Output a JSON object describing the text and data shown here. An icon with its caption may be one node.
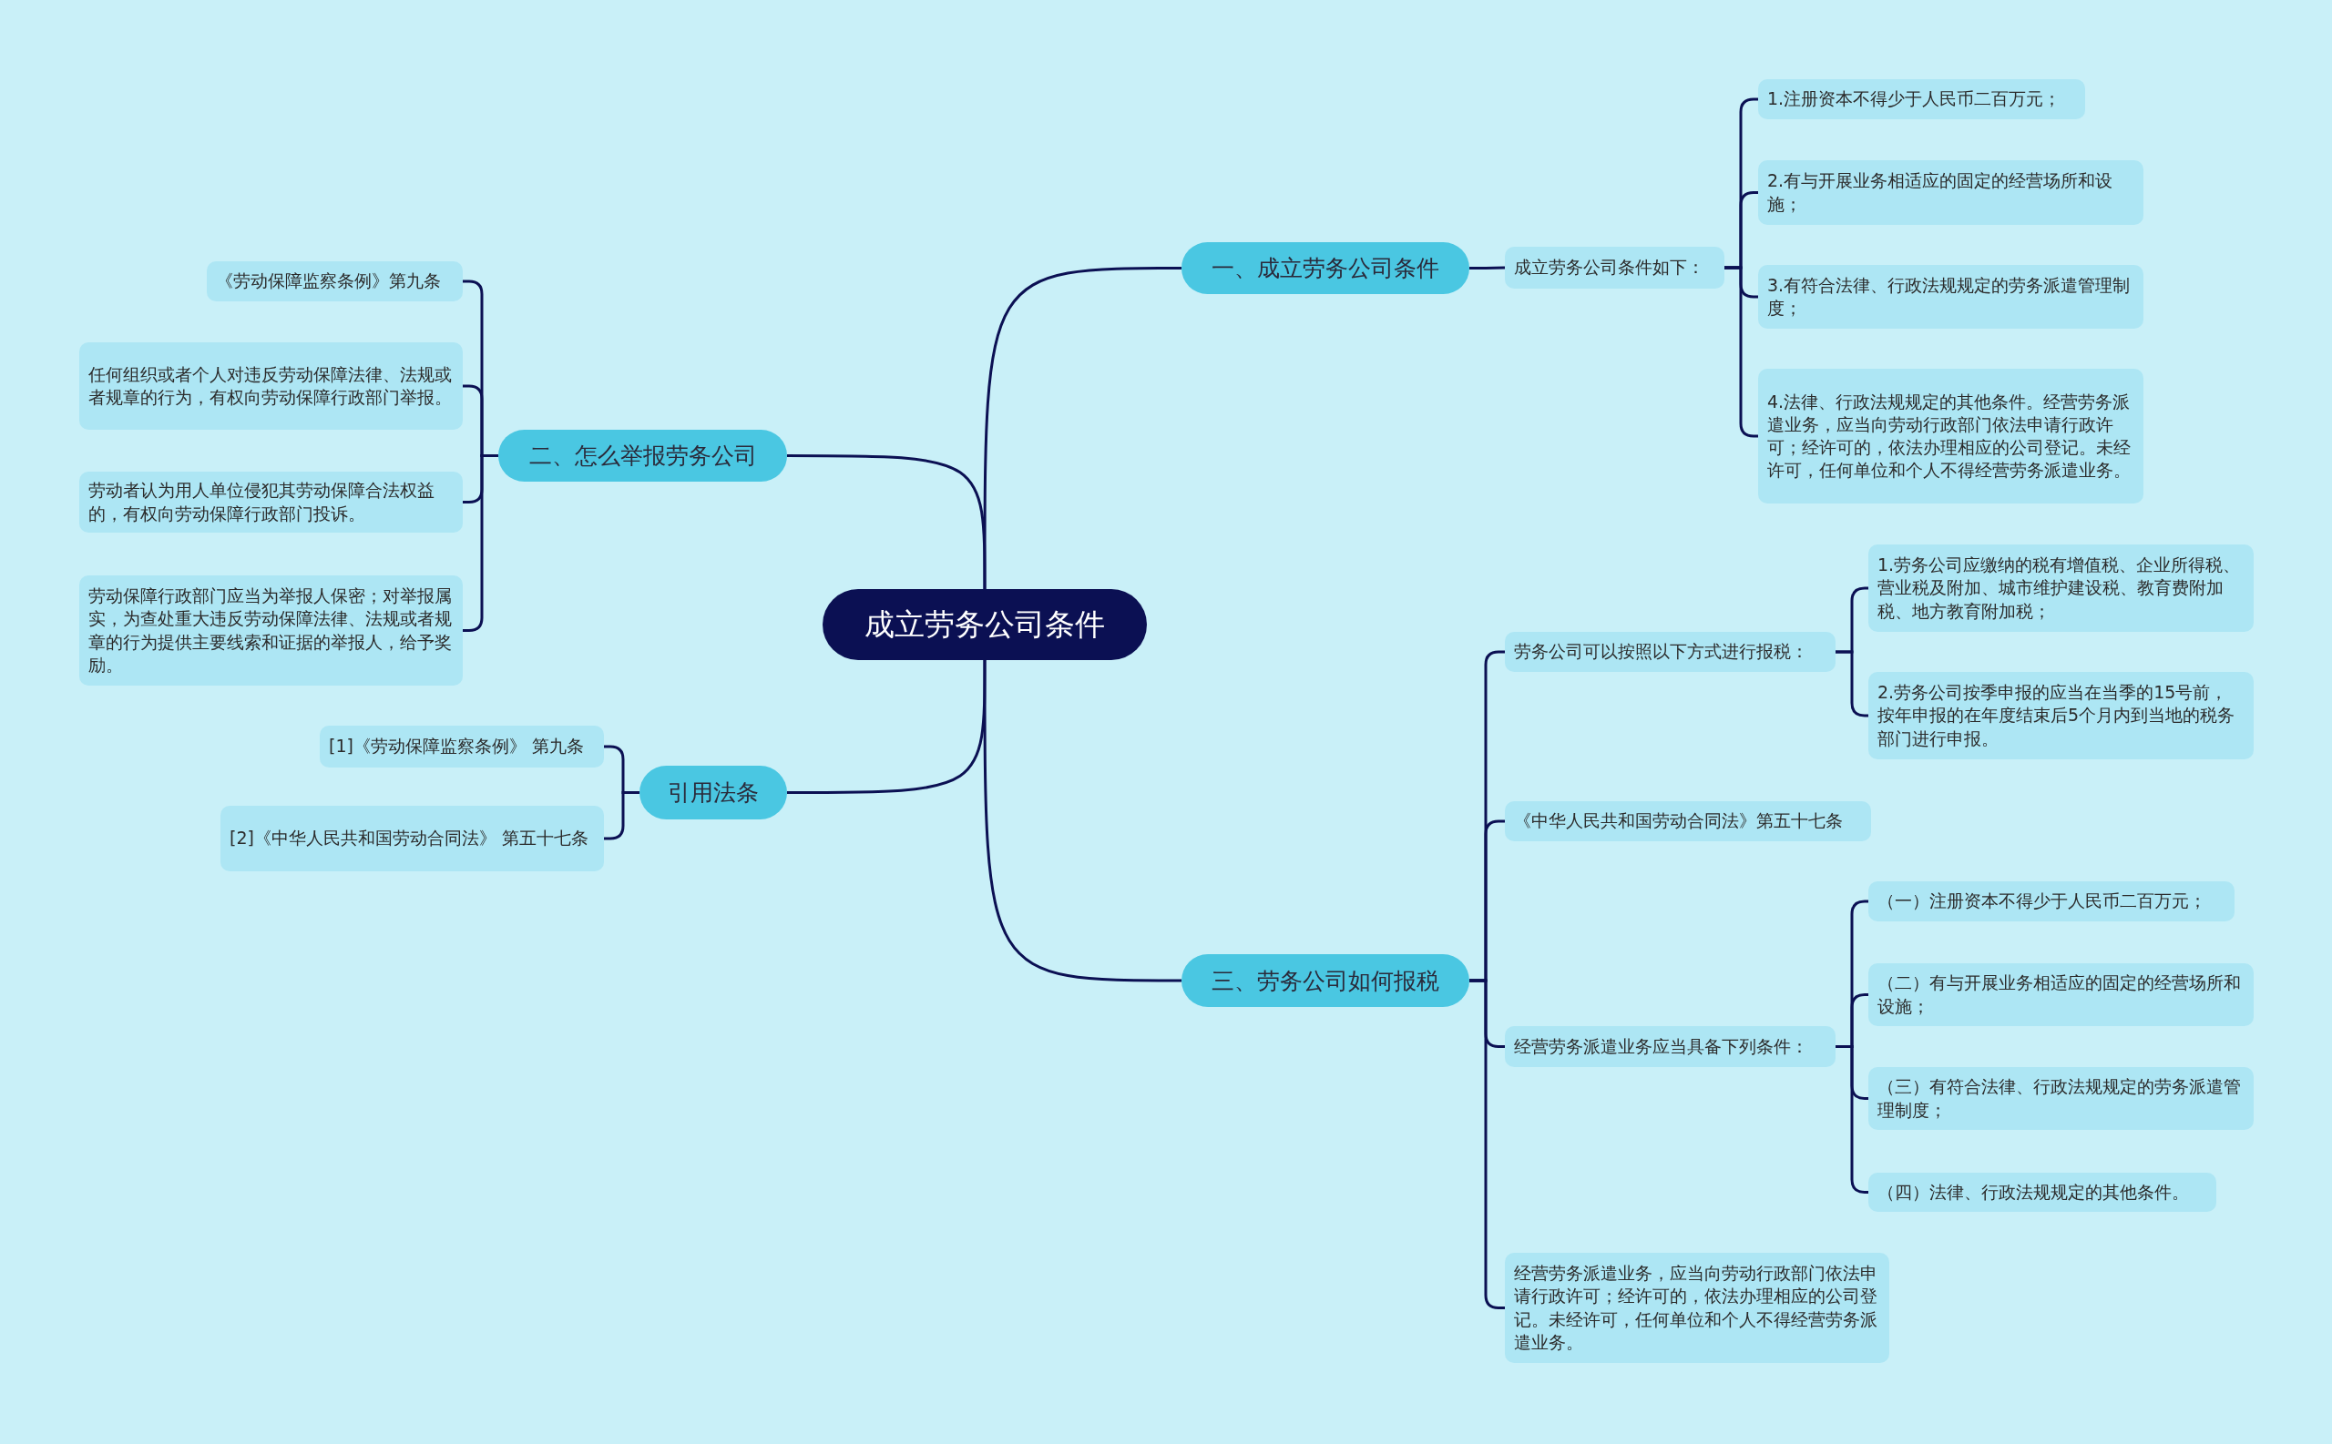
{
  "diagram": {
    "nodes": [
      {
        "text": [
          "成立劳务公司条件"
        ]
      },
      {
        "text": [
          "一、成立劳务公司条件"
        ]
      },
      {
        "text": [
          "成立劳务公司条件如下："
        ]
      },
      {
        "text": [
          "1.注册资本不得少于人民币二百万元；"
        ]
      },
      {
        "text": [
          "2.有与开展业务相适应的固定的经营场所和设施；"
        ]
      },
      {
        "text": [
          "3.有符合法律、行政法规规定的劳务派遣管理制度；"
        ]
      },
      {
        "text": [
          "4.法律、行政法规规定的其他条件。经营劳务派遣业务，应当向劳动行政部门依法申请行政许可；经许可的，依法办理相应的公司登记。未经许可，任何单位和个人不得经营劳务派遣业务。"
        ]
      },
      {
        "text": [
          "二、怎么举报劳务公司"
        ]
      },
      {
        "text": [
          "《劳动保障监察条例》第九条"
        ]
      },
      {
        "text": [
          "任何组织或者个人对违反劳动保障法律、法规或者规章的行为，有权向劳动保障行政部门举报。"
        ]
      },
      {
        "text": [
          "劳动者认为用人单位侵犯其劳动保障合法权益的，有权向劳动保障行政部门投诉。"
        ]
      },
      {
        "text": [
          "劳动保障行政部门应当为举报人保密；对举报属实，为查处重大违反劳动保障法律、法规或者规章的行为提供主要线索和证据的举报人，给予奖励。"
        ]
      },
      {
        "text": [
          "引用法条"
        ]
      },
      {
        "text": [
          "[1]《劳动保障监察条例》 第九条"
        ]
      },
      {
        "text": [
          "[2]《中华人民共和国劳动合同法》 第五十七条"
        ]
      },
      {
        "text": [
          "三、劳务公司如何报税"
        ]
      },
      {
        "text": [
          "劳务公司可以按照以下方式进行报税："
        ]
      },
      {
        "text": [
          "1.劳务公司应缴纳的税有增值税、企业所得税、营业税及附加、城市维护建设税、教育费附加税、地方教育附加税；"
        ]
      },
      {
        "text": [
          "2.劳务公司按季申报的应当在当季的15号前，按年申报的在年度结束后5个月内到当地的税务部门进行申报。"
        ]
      },
      {
        "text": [
          "《中华人民共和国劳动合同法》第五十七条"
        ]
      },
      {
        "text": [
          "经营劳务派遣业务应当具备下列条件："
        ]
      },
      {
        "text": [
          "（一）注册资本不得少于人民币二百万元；"
        ]
      },
      {
        "text": [
          "（二）有与开展业务相适应的固定的经营场所和设施；"
        ]
      },
      {
        "text": [
          "（三）有符合法律、行政法规规定的劳务派遣管理制度；"
        ]
      },
      {
        "text": [
          "（四）法律、行政法规规定的其他条件。"
        ]
      },
      {
        "text": [
          "经营劳务派遣业务，应当向劳动行政部门依法申请行政许可；经许可的，依法办理相应的公司登记。未经许可，任何单位和个人不得经营劳务派遣业务。"
        ]
      }
    ],
    "edges": [
      {
        "from": 0,
        "to": 1,
        "arrow": "none"
      },
      {
        "from": 1,
        "to": 2,
        "arrow": "none"
      },
      {
        "from": 2,
        "to": 3,
        "arrow": "none"
      },
      {
        "from": 2,
        "to": 4,
        "arrow": "none"
      },
      {
        "from": 2,
        "to": 5,
        "arrow": "none"
      },
      {
        "from": 2,
        "to": 6,
        "arrow": "none"
      },
      {
        "from": 0,
        "to": 7,
        "arrow": "none"
      },
      {
        "from": 7,
        "to": 8,
        "arrow": "none"
      },
      {
        "from": 7,
        "to": 9,
        "arrow": "none"
      },
      {
        "from": 7,
        "to": 10,
        "arrow": "none"
      },
      {
        "from": 7,
        "to": 11,
        "arrow": "none"
      },
      {
        "from": 0,
        "to": 12,
        "arrow": "none"
      },
      {
        "from": 12,
        "to": 13,
        "arrow": "none"
      },
      {
        "from": 12,
        "to": 14,
        "arrow": "none"
      },
      {
        "from": 0,
        "to": 15,
        "arrow": "none"
      },
      {
        "from": 15,
        "to": 16,
        "arrow": "none"
      },
      {
        "from": 16,
        "to": 17,
        "arrow": "none"
      },
      {
        "from": 16,
        "to": 18,
        "arrow": "none"
      },
      {
        "from": 15,
        "to": 19,
        "arrow": "none"
      },
      {
        "from": 15,
        "to": 20,
        "arrow": "none"
      },
      {
        "from": 20,
        "to": 21,
        "arrow": "none"
      },
      {
        "from": 20,
        "to": 22,
        "arrow": "none"
      },
      {
        "from": 20,
        "to": 23,
        "arrow": "none"
      },
      {
        "from": 20,
        "to": 24,
        "arrow": "none"
      },
      {
        "from": 15,
        "to": 25,
        "arrow": "none"
      }
    ]
  }
}
